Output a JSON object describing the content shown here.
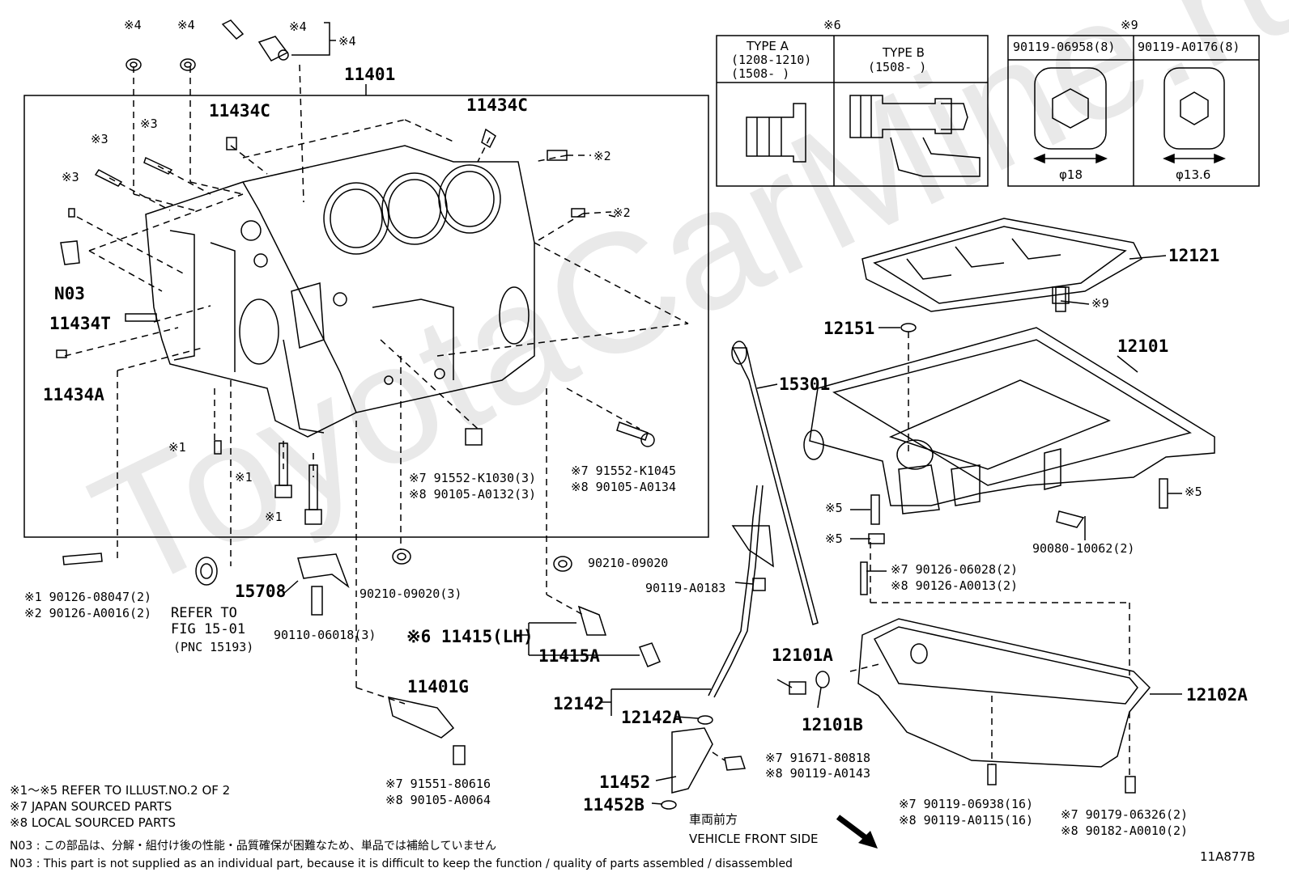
{
  "watermark": "ToyotaCarMine.ru",
  "diagram_id": "11A877B",
  "assembly": {
    "main": "11401"
  },
  "labels": {
    "n11434c_l": "11434C",
    "n11434c_r": "11434C",
    "n03": "N03",
    "n11434t": "11434T",
    "n11434a": "11434A",
    "n12121": "12121",
    "n12151": "12151",
    "n12101": "12101",
    "n15301": "15301",
    "n15708": "15708",
    "n11401g": "11401G",
    "n11415": "※6 11415(LH)",
    "n11415a": "11415A",
    "n12142": "12142",
    "n12142a": "12142A",
    "n11452": "11452",
    "n11452b": "11452B",
    "n12101a": "12101A",
    "n12101b": "12101B",
    "n12102a": "12102A"
  },
  "markers": {
    "m4a": "※4",
    "m4b": "※4",
    "m4c": "※4",
    "m4d": "※4",
    "m3a": "※3",
    "m3b": "※3",
    "m3c": "※3",
    "m2a": "※2",
    "m2b": "※2",
    "m1a": "※1",
    "m1b": "※1",
    "m1c": "※1",
    "m5a": "※5",
    "m5b": "※5",
    "m5c": "※5",
    "m9": "※9"
  },
  "part_numbers": {
    "p1": "※7 91552-K1030(3)",
    "p2": "※8 90105-A0132(3)",
    "p3": "※7 91552-K1045",
    "p4": "※8 90105-A0134",
    "p5": "※1 90126-08047(2)",
    "p6": "※2 90126-A0016(2)",
    "p7": "90210-09020(3)",
    "p8": "90210-09020",
    "p9": "90110-06018(3)",
    "p10": "90119-A0183",
    "p11": "※7 91551-80616",
    "p12": "※8 90105-A0064",
    "p13": "※7 91671-80818",
    "p14": "※8 90119-A0143",
    "p15": "90080-10062(2)",
    "p16": "※7 90126-06028(2)",
    "p17": "※8 90126-A0013(2)",
    "p18": "※7 90119-06938(16)",
    "p19": "※8 90119-A0115(16)",
    "p20": "※7 90179-06326(2)",
    "p21": "※8 90182-A0010(2)"
  },
  "refer": {
    "line1": "REFER TO",
    "line2": "FIG 15-01",
    "line3": "(PNC 15193)"
  },
  "detail6": {
    "title": "※6",
    "type_a": "TYPE A",
    "type_a_r1": "(1208-1210)",
    "type_a_r2": "(1508-       )",
    "type_b": "TYPE B",
    "type_b_r1": "(1508-       )"
  },
  "detail9": {
    "title": "※9",
    "col1": "90119-06958(8)",
    "col2": "90119-A0176(8)",
    "dim1": "φ18",
    "dim2": "φ13.6"
  },
  "notes": {
    "n1": "※1～※5  REFER TO ILLUST.NO.2 OF 2",
    "n2": "※7 JAPAN SOURCED PARTS",
    "n3": "※8 LOCAL SOURCED PARTS",
    "n4": "N03 : この部品は、分解・組付け後の性能・品質確保が困難なため、単品では補給していません",
    "n5": "N03 : This part is not supplied as an individual part, because it is difficult to keep the function / quality of parts  assembled / disassembled"
  },
  "front": {
    "jp": "車両前方",
    "en": "VEHICLE FRONT SIDE"
  }
}
